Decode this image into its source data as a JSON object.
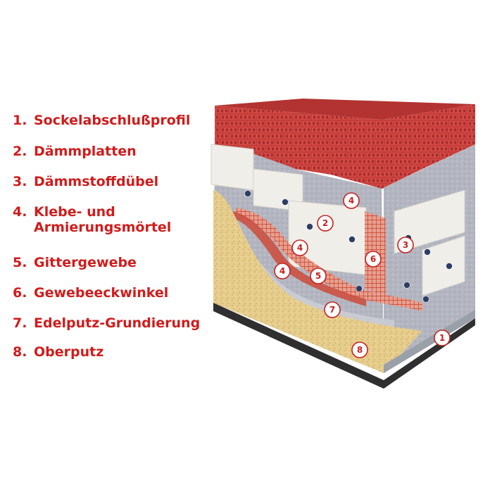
{
  "legend": [
    {
      "num": "1.",
      "text": "Sockelabschlußprofil"
    },
    {
      "num": "2.",
      "text": "Dämmplatten"
    },
    {
      "num": "3.",
      "text": "Dämmstoffdübel"
    },
    {
      "num": "4.",
      "text": "Klebe- und",
      "text2": "Armierungsmörtel"
    },
    {
      "num": "5.",
      "text": "Gittergewebe"
    },
    {
      "num": "6.",
      "text": "Gewebeeckwinkel"
    },
    {
      "num": "7.",
      "text": "Edelputz-Grundierung"
    },
    {
      "num": "8.",
      "text": "Oberputz"
    }
  ],
  "callouts": [
    "4",
    "2",
    "4",
    "6",
    "3",
    "4",
    "5",
    "7",
    "1",
    "8"
  ],
  "colors": {
    "legend_text": "#d01c1c",
    "brick": "#c0383a",
    "mortar": "#a8abb5",
    "insulation": "#ecebe5",
    "mesh": "#d85a4a",
    "plaster": "#e8cf8f",
    "base": "#3a3a3a"
  }
}
